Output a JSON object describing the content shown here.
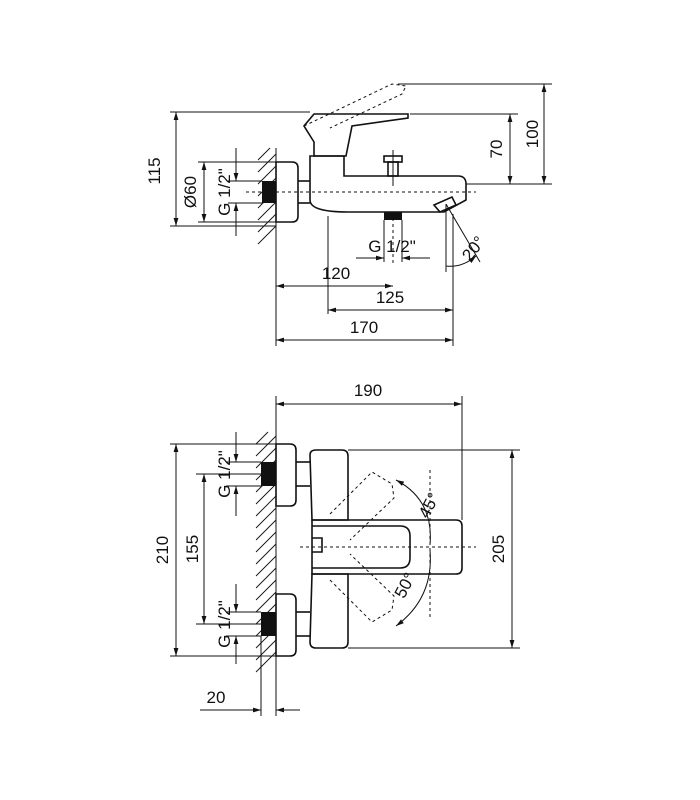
{
  "side_view": {
    "dims": {
      "d115": "115",
      "d100": "100",
      "d70": "70",
      "d60": "Ø60",
      "thread_wall": "G 1/2\"",
      "thread_outlet": "G 1/2\"",
      "angle_spout": "20°",
      "d120": "120",
      "d125": "125",
      "d170": "170"
    }
  },
  "front_view": {
    "dims": {
      "d190": "190",
      "d210": "210",
      "d155": "155",
      "d205": "205",
      "d20": "20",
      "thread_top": "G 1/2\"",
      "thread_bottom": "G 1/2\"",
      "angle_up": "45°",
      "angle_down": "50°"
    }
  }
}
